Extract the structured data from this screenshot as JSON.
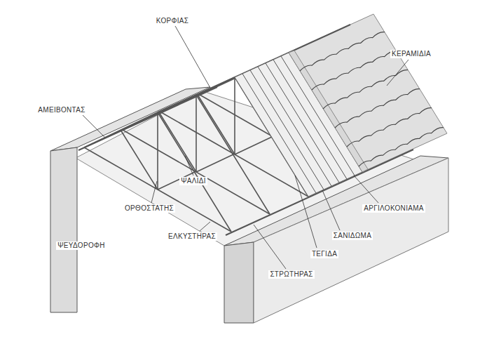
{
  "diagram": {
    "labels": [
      "ΚΟΡΦΙΑΣ",
      "ΚΕΡΑΜΙΔΙΑ",
      "ΑΜΕΙΒΟΝΤΑΣ",
      "ΨΑΛΙΔΙ",
      "ΟΡΘΟΣΤΑΤΗΣ",
      "ΑΡΓΙΛΟΚΟΝΙΑΜΑ",
      "ΨΕΥΔΟΡΟΦΗ",
      "ΕΛΚΥΣΤΗΡΑΣ",
      "ΣΑΝΙΔΩΜΑ",
      "ΤΕΓΙΔΑ",
      "ΣΤΡΩΤΗΡΑΣ"
    ]
  }
}
